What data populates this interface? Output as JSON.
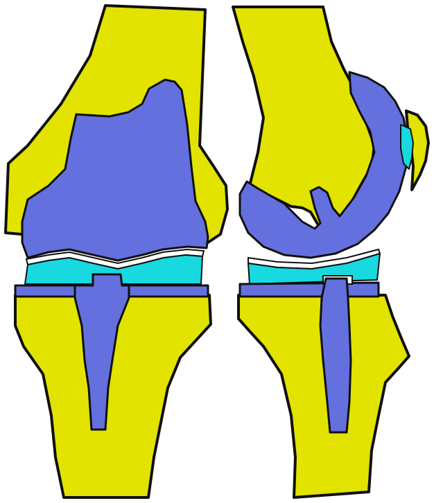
{
  "colors": {
    "bone": "#e2e300",
    "implant_metal": "#6470dd",
    "poly_insert": "#19d9e0",
    "outline": "#101010",
    "background": "#ffffff"
  },
  "views": [
    {
      "id": "frontal",
      "parts": [
        "femur",
        "femoral-component",
        "polyethylene-insert",
        "tibial-tray",
        "tibial-stem",
        "tibia"
      ]
    },
    {
      "id": "lateral",
      "parts": [
        "femur",
        "femoral-component",
        "patella",
        "patellar-button",
        "polyethylene-insert",
        "tibial-tray",
        "tibial-stem",
        "tibia"
      ]
    }
  ]
}
